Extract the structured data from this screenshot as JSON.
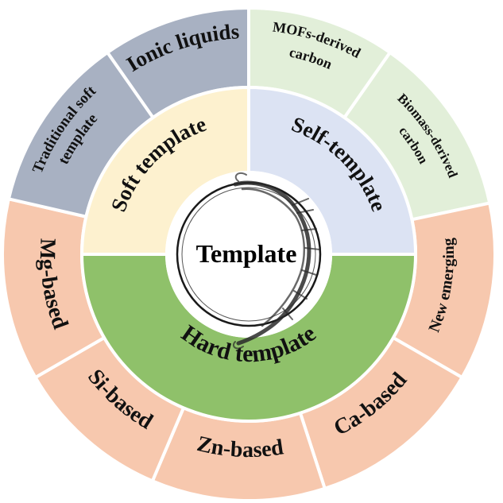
{
  "center": {
    "label": "Template"
  },
  "inner_ring": [
    {
      "id": "soft",
      "label": "Soft template",
      "color": "#FDF1CF"
    },
    {
      "id": "self",
      "label": "Self-template",
      "color": "#DCE3F3"
    },
    {
      "id": "hard",
      "label": "Hard template",
      "color": "#8FC16A"
    }
  ],
  "outer_ring": [
    {
      "id": "ionic",
      "lines": [
        "Ionic liquids"
      ],
      "color": "#A8B1C2"
    },
    {
      "id": "mofs",
      "lines": [
        "MOFs-derived",
        "carbon"
      ],
      "color": "#E2EFD9"
    },
    {
      "id": "biomass",
      "lines": [
        "Biomass-derived",
        "carbon"
      ],
      "color": "#E2EFD9"
    },
    {
      "id": "new",
      "lines": [
        "New emerging"
      ],
      "color": "#F7C8AE"
    },
    {
      "id": "ca",
      "lines": [
        "Ca-based"
      ],
      "color": "#F7C8AE"
    },
    {
      "id": "zn",
      "lines": [
        "Zn-based"
      ],
      "color": "#F7C8AE"
    },
    {
      "id": "si",
      "lines": [
        "Si-based"
      ],
      "color": "#F7C8AE"
    },
    {
      "id": "mg",
      "lines": [
        "Mg-based"
      ],
      "color": "#F7C8AE"
    },
    {
      "id": "traditional",
      "lines": [
        "Traditional soft",
        "template"
      ],
      "color": "#A8B1C2"
    }
  ],
  "colors": {
    "divider": "#ffffff",
    "center_fill": "#ffffff",
    "ring_stroke": "#222222"
  },
  "icons": {
    "center_decoration": "dragon-ink-icon"
  }
}
